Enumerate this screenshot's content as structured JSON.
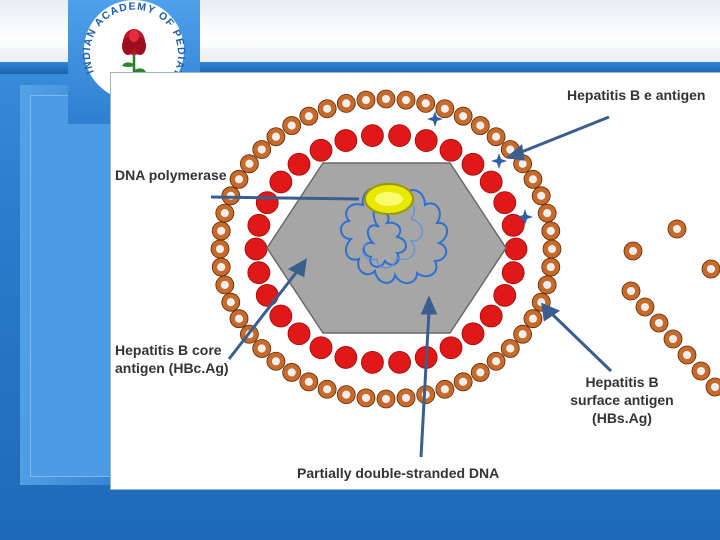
{
  "header": {
    "logo_text": "INDIAN ACADEMY OF PEDIATRICS"
  },
  "diagram": {
    "labels": {
      "hbeag": "Hepatitis B e antigen",
      "dna_polymerase": "DNA polymerase",
      "core_antigen_line1": "Hepatitis B core",
      "core_antigen_line2": "antigen (HBc.Ag)",
      "surface_antigen_line1": "Hepatitis B",
      "surface_antigen_line2": "surface antigen",
      "surface_antigen_line3": "(HBs.Ag)",
      "dna": "Partially double-stranded DNA"
    },
    "colors": {
      "surface_bead": "#c86a2a",
      "core_bead": "#e01818",
      "capsid": "#a6a6a6",
      "polymerase": "#e8e800",
      "dna_strand": "#2f6fd0",
      "arrow": "#3a5f8f"
    }
  }
}
